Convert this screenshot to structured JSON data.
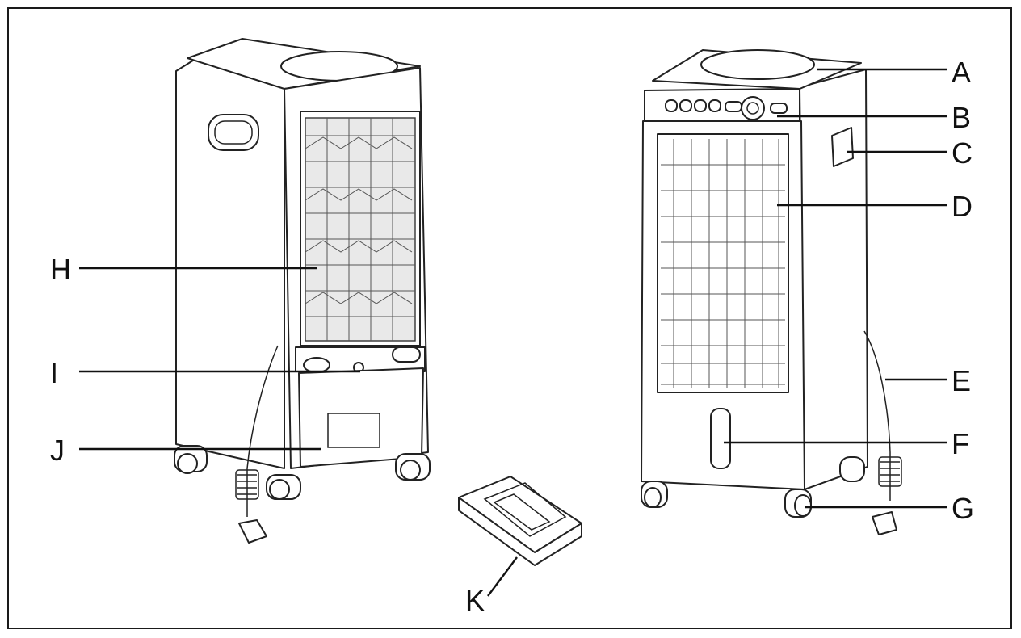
{
  "diagram": {
    "border_color": "#1a1a1a",
    "labels": {
      "A": "A",
      "B": "B",
      "C": "C",
      "D": "D",
      "E": "E",
      "F": "F",
      "G": "G",
      "H": "H",
      "I": "I",
      "J": "J",
      "K": "K"
    }
  }
}
